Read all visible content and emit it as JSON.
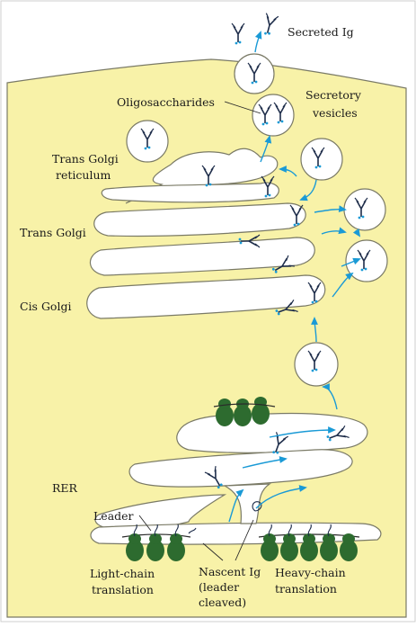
{
  "labels": {
    "secreted": "Secreted Ig",
    "oligo": "Oligosaccharides",
    "secretory_1": "Secretory",
    "secretory_2": "vesicles",
    "tgr_1": "Trans Golgi",
    "tgr_2": "reticulum",
    "trans_golgi": "Trans Golgi",
    "cis_golgi": "Cis Golgi",
    "rer": "RER",
    "leader": "Leader",
    "light_1": "Light-chain",
    "light_2": "translation",
    "nascent_1": "Nascent Ig",
    "nascent_2": "(leader",
    "nascent_3": "cleaved)",
    "heavy_1": "Heavy-chain",
    "heavy_2": "translation"
  },
  "colors": {
    "cytoplasm": "#f8f2a8",
    "arrow": "#1a9ad6",
    "ribosome": "#2d6b2f",
    "antibody": "#1e2d4a",
    "membrane": "#6b6b55"
  }
}
